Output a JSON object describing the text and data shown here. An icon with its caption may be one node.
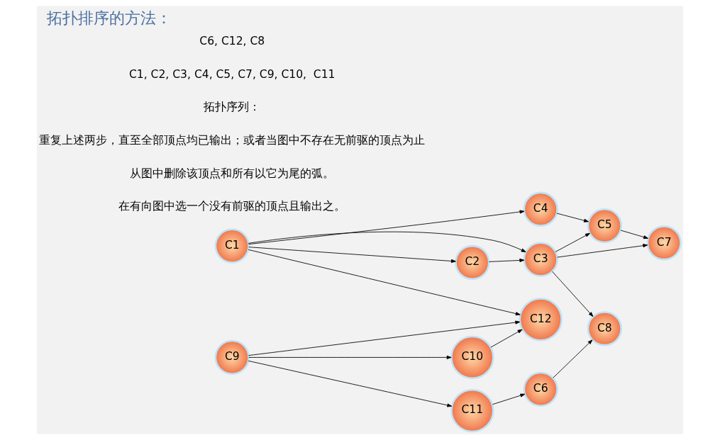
{
  "diagram": {
    "title": "拓扑排序的方法：",
    "nodes": [
      {
        "text": [
          "C1"
        ]
      },
      {
        "text": [
          "C2"
        ]
      },
      {
        "text": [
          "C3"
        ]
      },
      {
        "text": [
          "C4"
        ]
      },
      {
        "text": [
          "C5"
        ]
      },
      {
        "text": [
          "C6"
        ]
      },
      {
        "text": [
          "C7"
        ]
      },
      {
        "text": [
          "C8"
        ]
      },
      {
        "text": [
          "C9"
        ]
      },
      {
        "text": [
          "C10"
        ]
      },
      {
        "text": [
          "C11"
        ]
      },
      {
        "text": [
          "C12"
        ]
      }
    ],
    "edges": [
      {
        "from": 0,
        "to": 3,
        "arrow": "to"
      },
      {
        "from": 0,
        "to": 1,
        "arrow": "to"
      },
      {
        "from": 0,
        "to": 2,
        "arrow": "to"
      },
      {
        "from": 0,
        "to": 11,
        "arrow": "to"
      },
      {
        "from": 3,
        "to": 4,
        "arrow": "to"
      },
      {
        "from": 1,
        "to": 2,
        "arrow": "to"
      },
      {
        "from": 2,
        "to": 4,
        "arrow": "to"
      },
      {
        "from": 2,
        "to": 6,
        "arrow": "to"
      },
      {
        "from": 2,
        "to": 7,
        "arrow": "to"
      },
      {
        "from": 4,
        "to": 6,
        "arrow": "to"
      },
      {
        "from": 8,
        "to": 11,
        "arrow": "to"
      },
      {
        "from": 8,
        "to": 9,
        "arrow": "to"
      },
      {
        "from": 8,
        "to": 10,
        "arrow": "to"
      },
      {
        "from": 9,
        "to": 11,
        "arrow": "to"
      },
      {
        "from": 10,
        "to": 5,
        "arrow": "to"
      },
      {
        "from": 5,
        "to": 7,
        "arrow": "to"
      }
    ],
    "labels": [
      "在有向图中选一个没有前驱的顶点且输出之。",
      "从图中删除该顶点和所有以它为尾的弧。",
      "重复上述两步，直至全部顶点均已输出；或者当图中不存在无前驱的顶点为止",
      "拓扑序列：",
      "C1, C2, C3, C4, C5, C7, C9, C10,  C11",
      "C6, C12, C8"
    ]
  }
}
